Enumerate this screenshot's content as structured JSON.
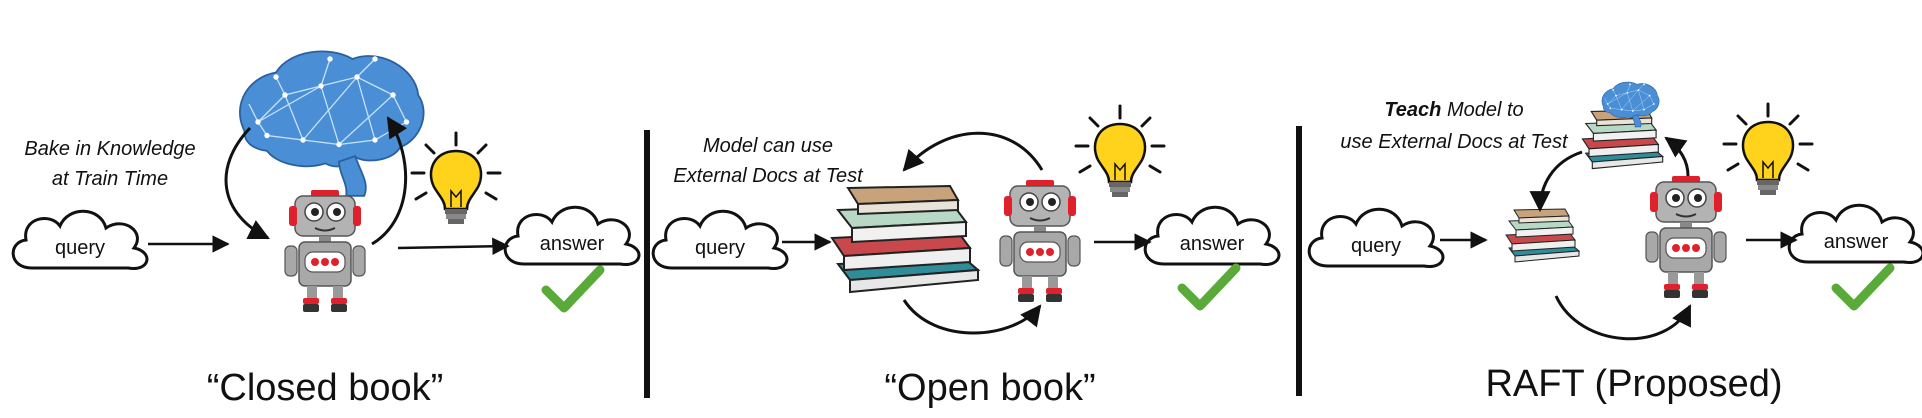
{
  "panels": [
    {
      "title": "“Closed book”",
      "note_lines": [
        "Bake in Knowledge",
        "at Train Time"
      ],
      "query_label": "query",
      "answer_label": "answer"
    },
    {
      "title": "“Open book”",
      "note_lines": [
        "Model can use",
        "External Docs at Test"
      ],
      "query_label": "query",
      "answer_label": "answer"
    },
    {
      "title": "RAFT (Proposed)",
      "note_emph": "Teach",
      "note_line1_rest": " Model to",
      "note_line2": "use External Docs at Test",
      "query_label": "query",
      "answer_label": "answer"
    }
  ],
  "colors": {
    "robot_body": "#a8a8a8",
    "robot_red": "#e0212b",
    "brain": "#4a8fd6",
    "bulb": "#ffd21c",
    "check": "#5aaa3a",
    "book_red": "#c9484b",
    "book_teal": "#2f8c99",
    "book_tan": "#c8a27a"
  },
  "icons": [
    "cloud-icon",
    "robot-icon",
    "brain-icon",
    "lightbulb-icon",
    "books-icon",
    "checkmark-icon",
    "arrow-icon"
  ]
}
